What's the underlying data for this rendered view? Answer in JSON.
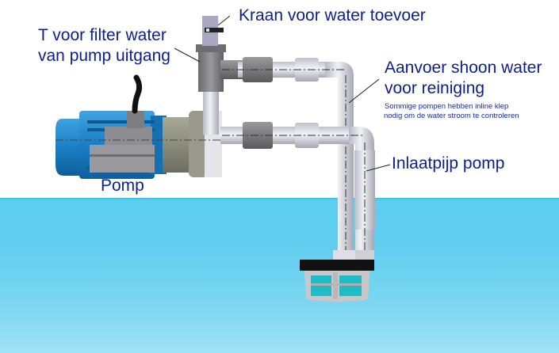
{
  "diagram": {
    "labels": {
      "tap": "Kraan voor water toevoer",
      "tee_line1": "T voor filter water",
      "tee_line2": "van pump uitgang",
      "clean_supply_line1": "Aanvoer shoon water",
      "clean_supply_line2": "voor reiniging",
      "note_line1": "Sommige pompen hebben inline klep",
      "note_line2": "nodig om de water stroom te controleren",
      "inlet_pipe": "Inlaatpijp pomp",
      "pump": "Pomp"
    },
    "colors": {
      "label_text": "#0d1f8c",
      "water_top": "#29c0df",
      "water_bottom": "#9fe2f5",
      "motor_blue": "#1a7fc4",
      "pipe_light": "#d8d8e4",
      "pipe_dark": "#7d7d82"
    }
  }
}
